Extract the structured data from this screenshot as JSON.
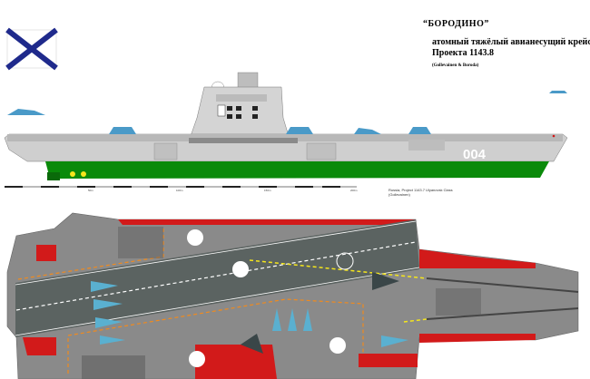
{
  "header": {
    "ship_name": "“БОРОДИНО”",
    "description": "атомный тяжёлый авианесущий крейсер",
    "project": "Проекта 1143.8",
    "authors": "(Gollevainen & Boroda)"
  },
  "side_view": {
    "hull_number": "004",
    "caption_line1": "Russia, Project 1143.7 Ulyanovsk Class",
    "caption_line2": "(Gollevainen)"
  },
  "scale_bar": {
    "labels": [
      "50m",
      "100m",
      "150m",
      "200m"
    ]
  },
  "colors": {
    "flag_cross": "#1f2a8c",
    "hull_grey": "#c8c8c8",
    "underwater_green": "#0a8a0a",
    "deck_dark": "#5b6361",
    "deck_grey": "#8a8a8a",
    "deck_red": "#d21a1a",
    "marking_orange": "#f08a1e",
    "marking_yellow": "#f5e61c"
  }
}
